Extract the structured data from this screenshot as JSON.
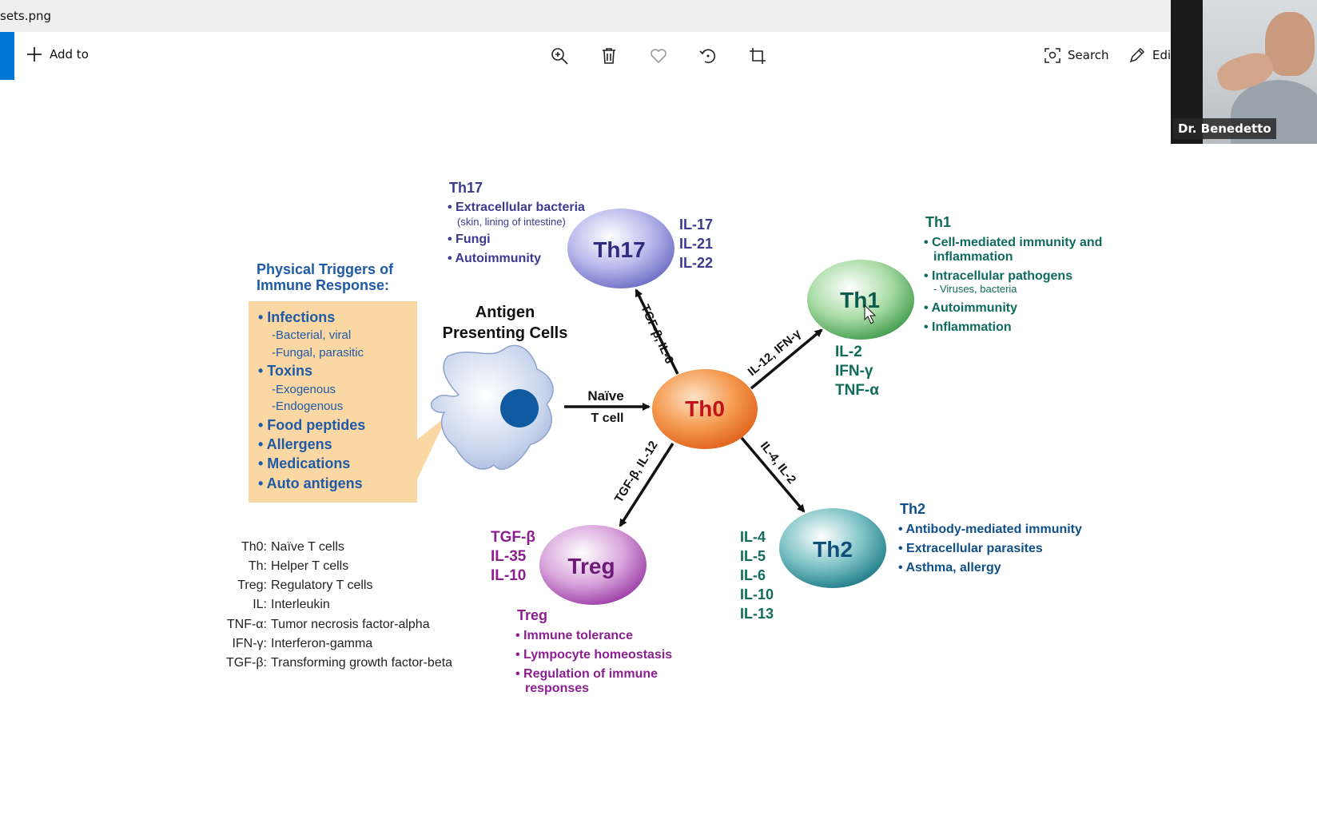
{
  "window": {
    "filename": "sets.png"
  },
  "toolbar": {
    "add_to_label": "Add to",
    "search_label": "Search",
    "edit_label": "Edit"
  },
  "video": {
    "participant_name": "Dr. Benedetto"
  },
  "diagram": {
    "triggers": {
      "title_line1": "Physical Triggers of",
      "title_line2": "Immune Response:",
      "items": [
        "• Infections",
        "-Bacterial, viral",
        "-Fungal, parasitic",
        "• Toxins",
        "-Exogenous",
        "-Endogenous",
        "• Food peptides",
        "• Allergens",
        "• Medications",
        "• Auto antigens"
      ]
    },
    "apc": {
      "line1": "Antigen",
      "line2": "Presenting Cells"
    },
    "naive": {
      "line1": "Naïve",
      "line2": "T cell"
    },
    "th0": "Th0",
    "th17": {
      "label": "Th17",
      "heading": "Th17",
      "bullets": [
        "• Extracellular bacteria",
        "(skin, lining of intestine)",
        "• Fungi",
        "• Autoimmunity"
      ],
      "cytokines": [
        "IL-17",
        "IL-21",
        "IL-22"
      ],
      "arrow_label": "TGF-β, IL-6"
    },
    "th1": {
      "label": "Th1",
      "heading": "Th1",
      "bullets": [
        "• Cell-mediated immunity and",
        "inflammation",
        "• Intracellular pathogens",
        "- Viruses, bacteria",
        "• Autoimmunity",
        "• Inflammation"
      ],
      "cytokines": [
        "IL-2",
        "IFN-γ",
        "TNF-α"
      ],
      "arrow_label": "IL-12, IFN-γ"
    },
    "th2": {
      "label": "Th2",
      "heading": "Th2",
      "bullets": [
        "• Antibody-mediated immunity",
        "• Extracellular parasites",
        "• Asthma, allergy"
      ],
      "cytokines": [
        "IL-4",
        "IL-5",
        "IL-6",
        "IL-10",
        "IL-13"
      ],
      "arrow_label": "IL-4, IL-2"
    },
    "treg": {
      "label": "Treg",
      "heading": "Treg",
      "bullets": [
        "• Immune tolerance",
        "• Lympocyte homeostasis",
        "• Regulation of immune",
        "responses"
      ],
      "cytokines": [
        "TGF-β",
        "IL-35",
        "IL-10"
      ],
      "arrow_label": "TGF-β, IL-12"
    },
    "legend": [
      {
        "abbr": "Th0:",
        "desc": "Naïve T cells"
      },
      {
        "abbr": "Th:",
        "desc": "Helper T cells"
      },
      {
        "abbr": "Treg:",
        "desc": "Regulatory T cells"
      },
      {
        "abbr": "IL:",
        "desc": "Interleukin"
      },
      {
        "abbr": "TNF-α:",
        "desc": "Tumor necrosis factor-alpha"
      },
      {
        "abbr": "IFN-γ:",
        "desc": "Interferon-gamma"
      },
      {
        "abbr": "TGF-β:",
        "desc": "Transforming growth factor-beta"
      }
    ],
    "colors": {
      "th17": "#3b3a8f",
      "th1": "#0f6b5a",
      "th2": "#0f4f8a",
      "treg": "#8a1f8f",
      "trigger_title": "#1f5aa6",
      "trigger_box": "#fbd7a4",
      "th0": "#f07a2a"
    }
  }
}
